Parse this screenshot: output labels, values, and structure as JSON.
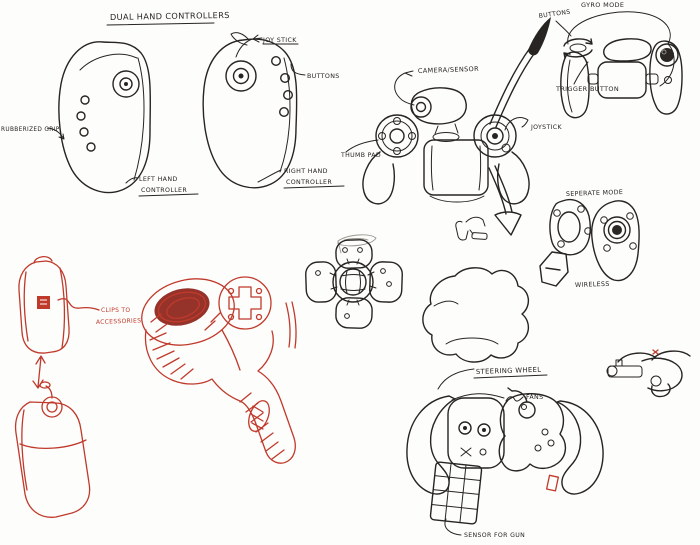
{
  "colors": {
    "ink": "#272421",
    "red": "#c03a2b",
    "paper": "#fdfdfc"
  },
  "title": "DUAL HAND CONTROLLERS",
  "labels": {
    "joy_stick": "JOY STICK",
    "buttons": "BUTTONS",
    "rubberized_grip": "RUBBERIZED GRIP",
    "left_hand_1": "LEFT HAND",
    "left_hand_2": "CONTROLLER",
    "right_hand_1": "RIGHT HAND",
    "right_hand_2": "CONTROLLER",
    "camera_sensor": "CAMERA/SENSOR",
    "thumb_pad": "THUMB PAD",
    "joystick": "JOYSTICK",
    "gyro_mode": "GYRO MODE",
    "gyro_buttons": "BUTTONS",
    "trigger_button": "TRIGGER BUTTON",
    "seperate_mode": "SEPERATE MODE",
    "wireless": "WIRELESS",
    "clips_1": "CLIPS TO",
    "clips_2": "ACCESSORIES",
    "steering_wheel": "STEERING WHEEL",
    "fans": "FANS",
    "sensor_for_gun": "SENSOR FOR GUN"
  }
}
